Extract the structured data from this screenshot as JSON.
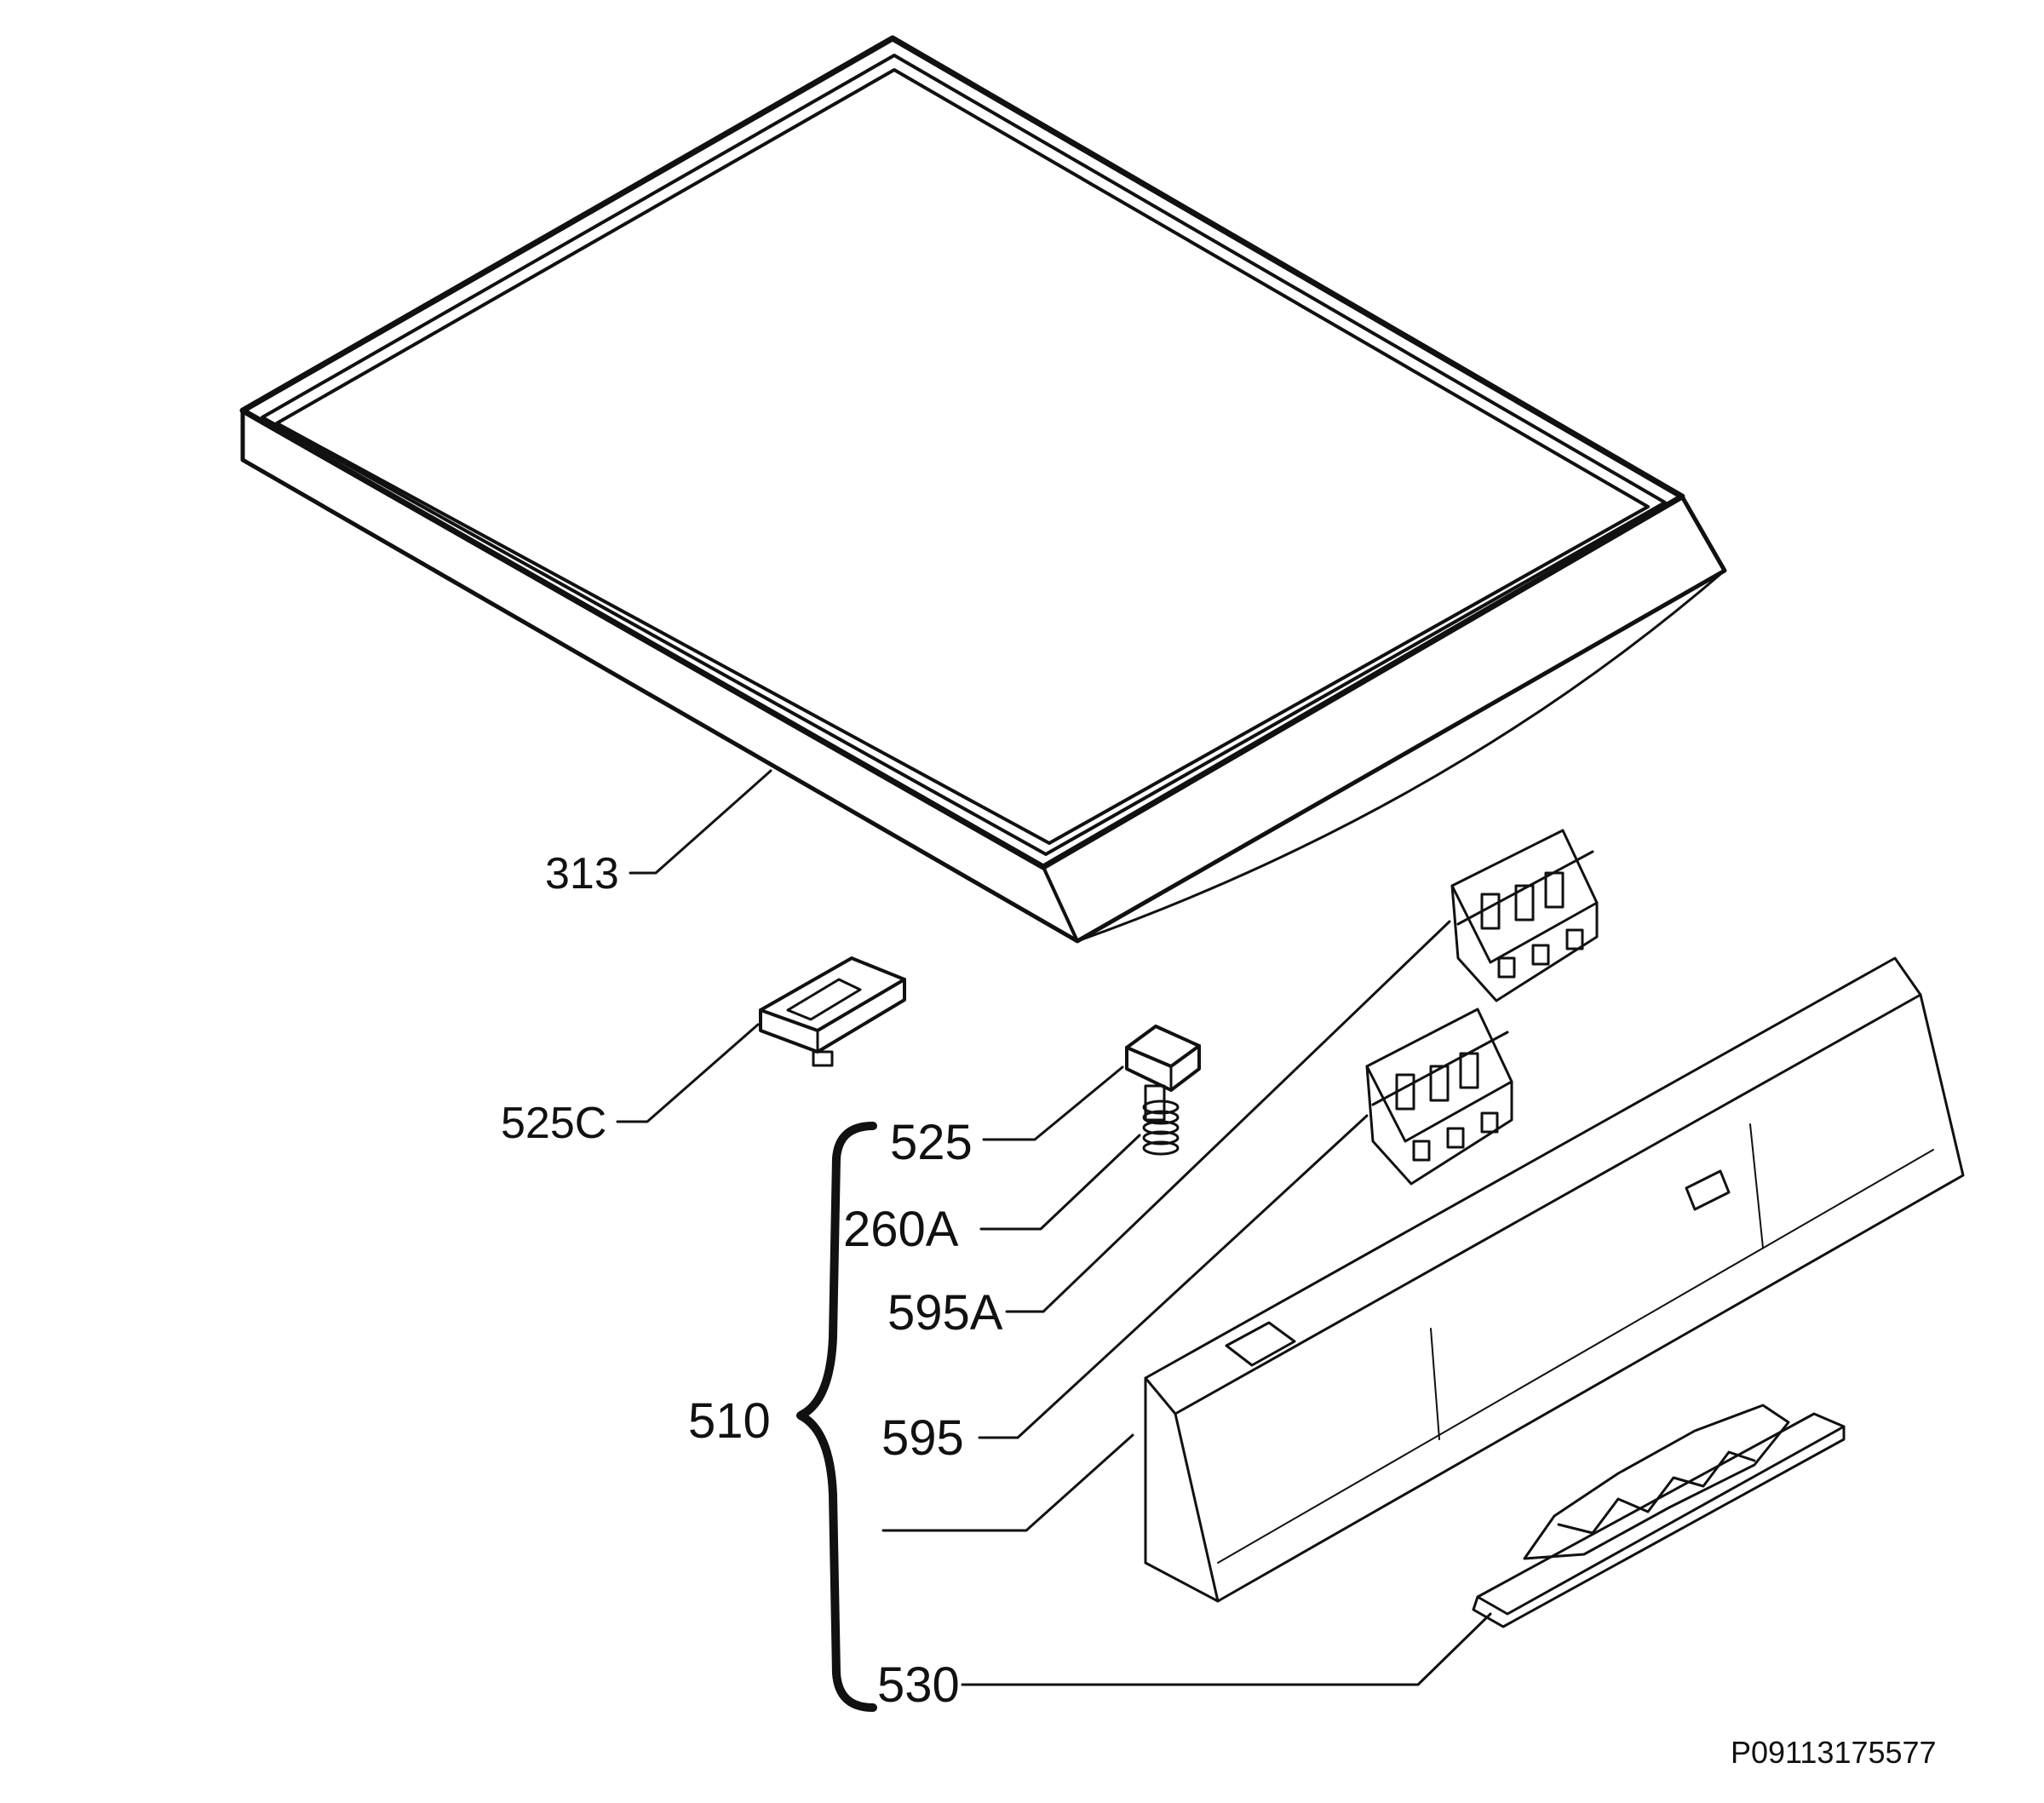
{
  "diagram": {
    "reference_code": "P09113175577",
    "parts": [
      {
        "id": "313",
        "label": "313",
        "description_key": "top-cover"
      },
      {
        "id": "525C",
        "label": "525C",
        "description_key": "clip"
      },
      {
        "id": "525",
        "label": "525",
        "description_key": "push-button"
      },
      {
        "id": "260A",
        "label": "260A",
        "description_key": "spring"
      },
      {
        "id": "595A",
        "label": "595A",
        "description_key": "switch-module-a"
      },
      {
        "id": "595",
        "label": "595",
        "description_key": "switch-module"
      },
      {
        "id": "510",
        "label": "510",
        "description_key": "control-panel-assembly"
      },
      {
        "id": "530",
        "label": "530",
        "description_key": "handle"
      }
    ],
    "colors": {
      "ink": "#111111",
      "background": "#ffffff"
    }
  }
}
